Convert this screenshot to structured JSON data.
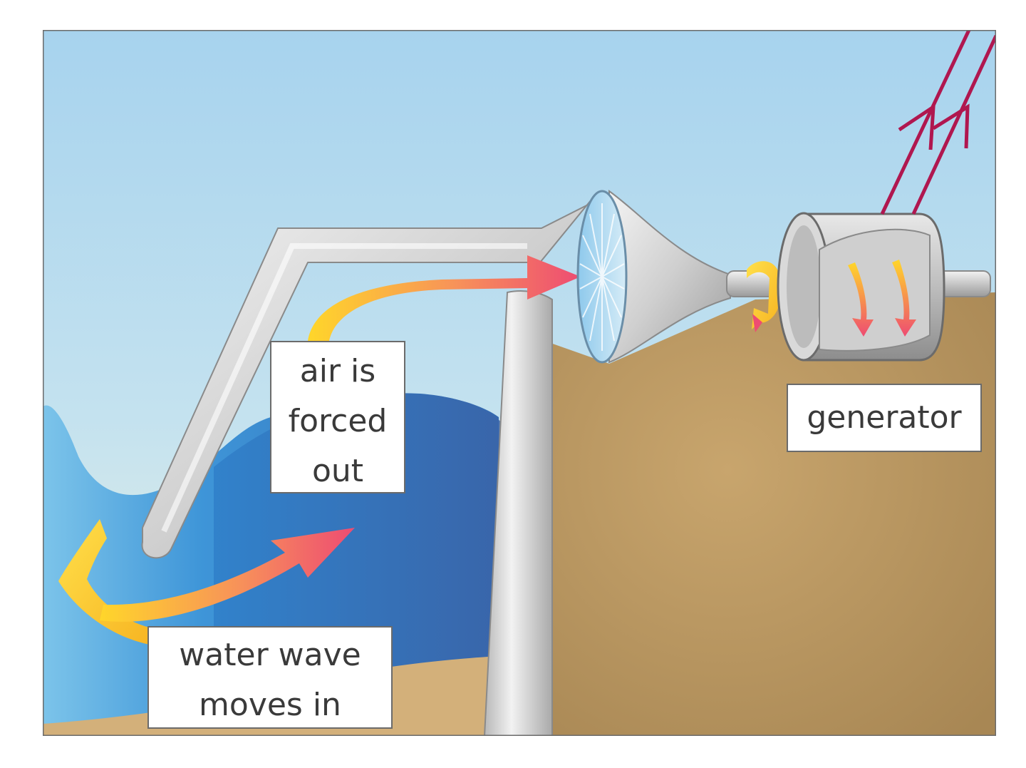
{
  "diagram": {
    "labels": {
      "air": {
        "lines": [
          "air is",
          "forced",
          "out"
        ]
      },
      "water": {
        "lines": [
          "water wave",
          "moves in"
        ]
      },
      "generator": {
        "text": "generator"
      }
    },
    "colors": {
      "sky": "#a8d4ee",
      "sea_light": "#5aaee0",
      "sea_dark": "#2f6db8",
      "sand": "#c9a36a",
      "cliff": "#b9955f",
      "metal": "#c8c8c8",
      "arrow_start": "#ffd62a",
      "arrow_end": "#ee4c72",
      "power_lines": "#b0174f"
    }
  }
}
